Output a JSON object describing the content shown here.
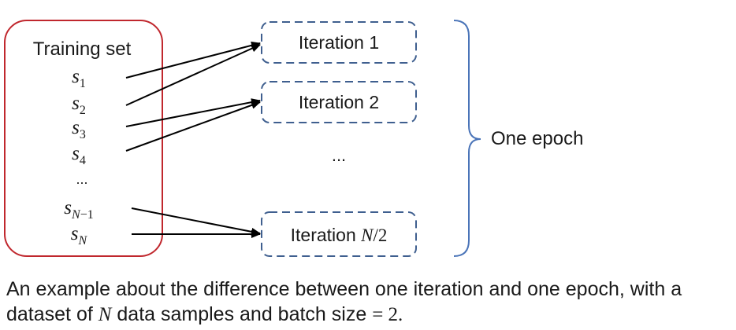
{
  "training_set": {
    "title": "Training set",
    "samples": [
      {
        "base": "s",
        "sub": "1"
      },
      {
        "base": "s",
        "sub": "2"
      },
      {
        "base": "s",
        "sub": "3"
      },
      {
        "base": "s",
        "sub": "4"
      },
      {
        "ellipsis": "..."
      },
      {
        "base": "s",
        "sub": "N−1"
      },
      {
        "base": "s",
        "sub": "N"
      }
    ]
  },
  "iterations": {
    "first": "Iteration 1",
    "second": "Iteration 2",
    "ellipsis": "...",
    "last_prefix": "Iteration ",
    "last_math": "N",
    "last_suffix": "/2"
  },
  "epoch_label": "One epoch",
  "caption": {
    "line1": "An example about the difference between one iteration and one epoch, with a",
    "line2_a": "dataset of ",
    "line2_var": "N",
    "line2_b": " data samples and batch size ",
    "line2_eq": "= 2."
  },
  "colors": {
    "training_box": "#c0272d",
    "iteration_box": "#3f5f8f",
    "brace": "#4a74b8",
    "arrow": "#000000"
  }
}
